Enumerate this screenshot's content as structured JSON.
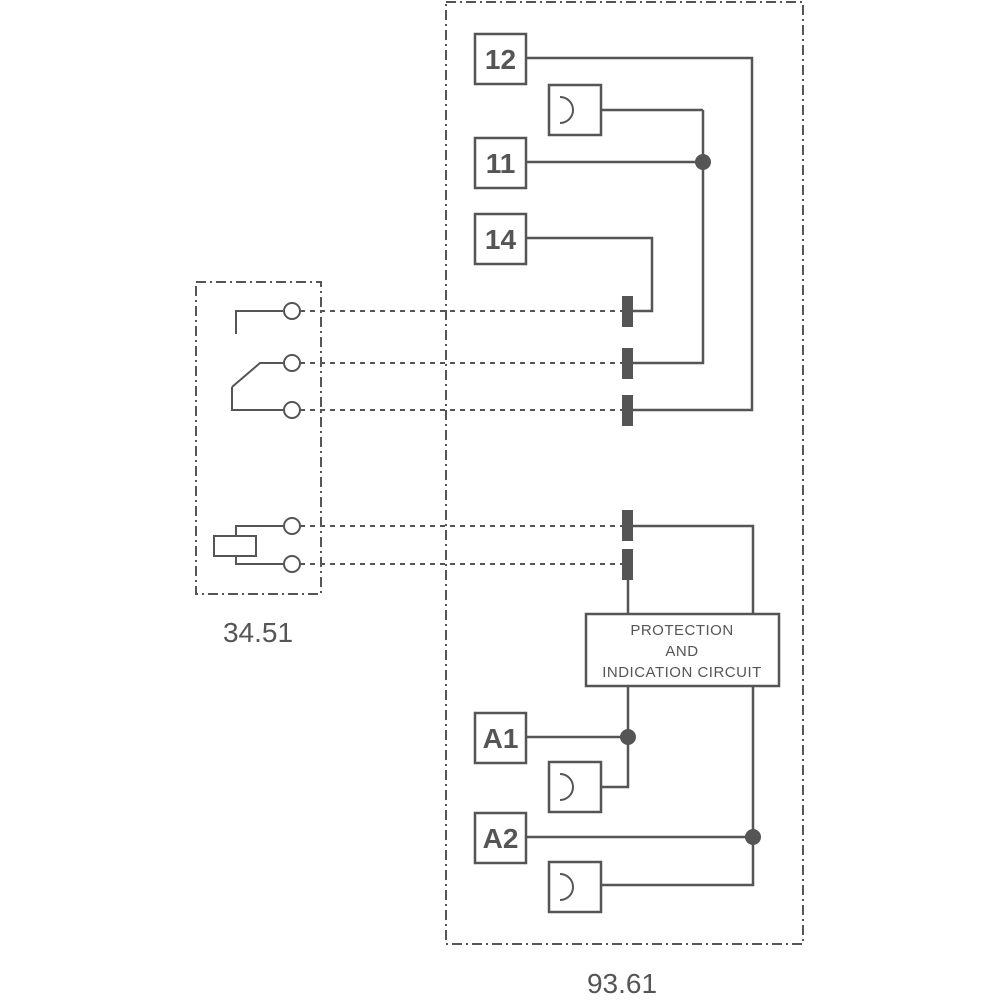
{
  "terminals": {
    "t12": "12",
    "t11": "11",
    "t14": "14",
    "ta1": "A1",
    "ta2": "A2"
  },
  "circuit_block": {
    "line1": "PROTECTION",
    "line2": "AND",
    "line3": "INDICATION CIRCUIT"
  },
  "labels": {
    "relay": "34.51",
    "socket": "93.61"
  },
  "colors": {
    "line": "#555555",
    "background": "#ffffff"
  }
}
